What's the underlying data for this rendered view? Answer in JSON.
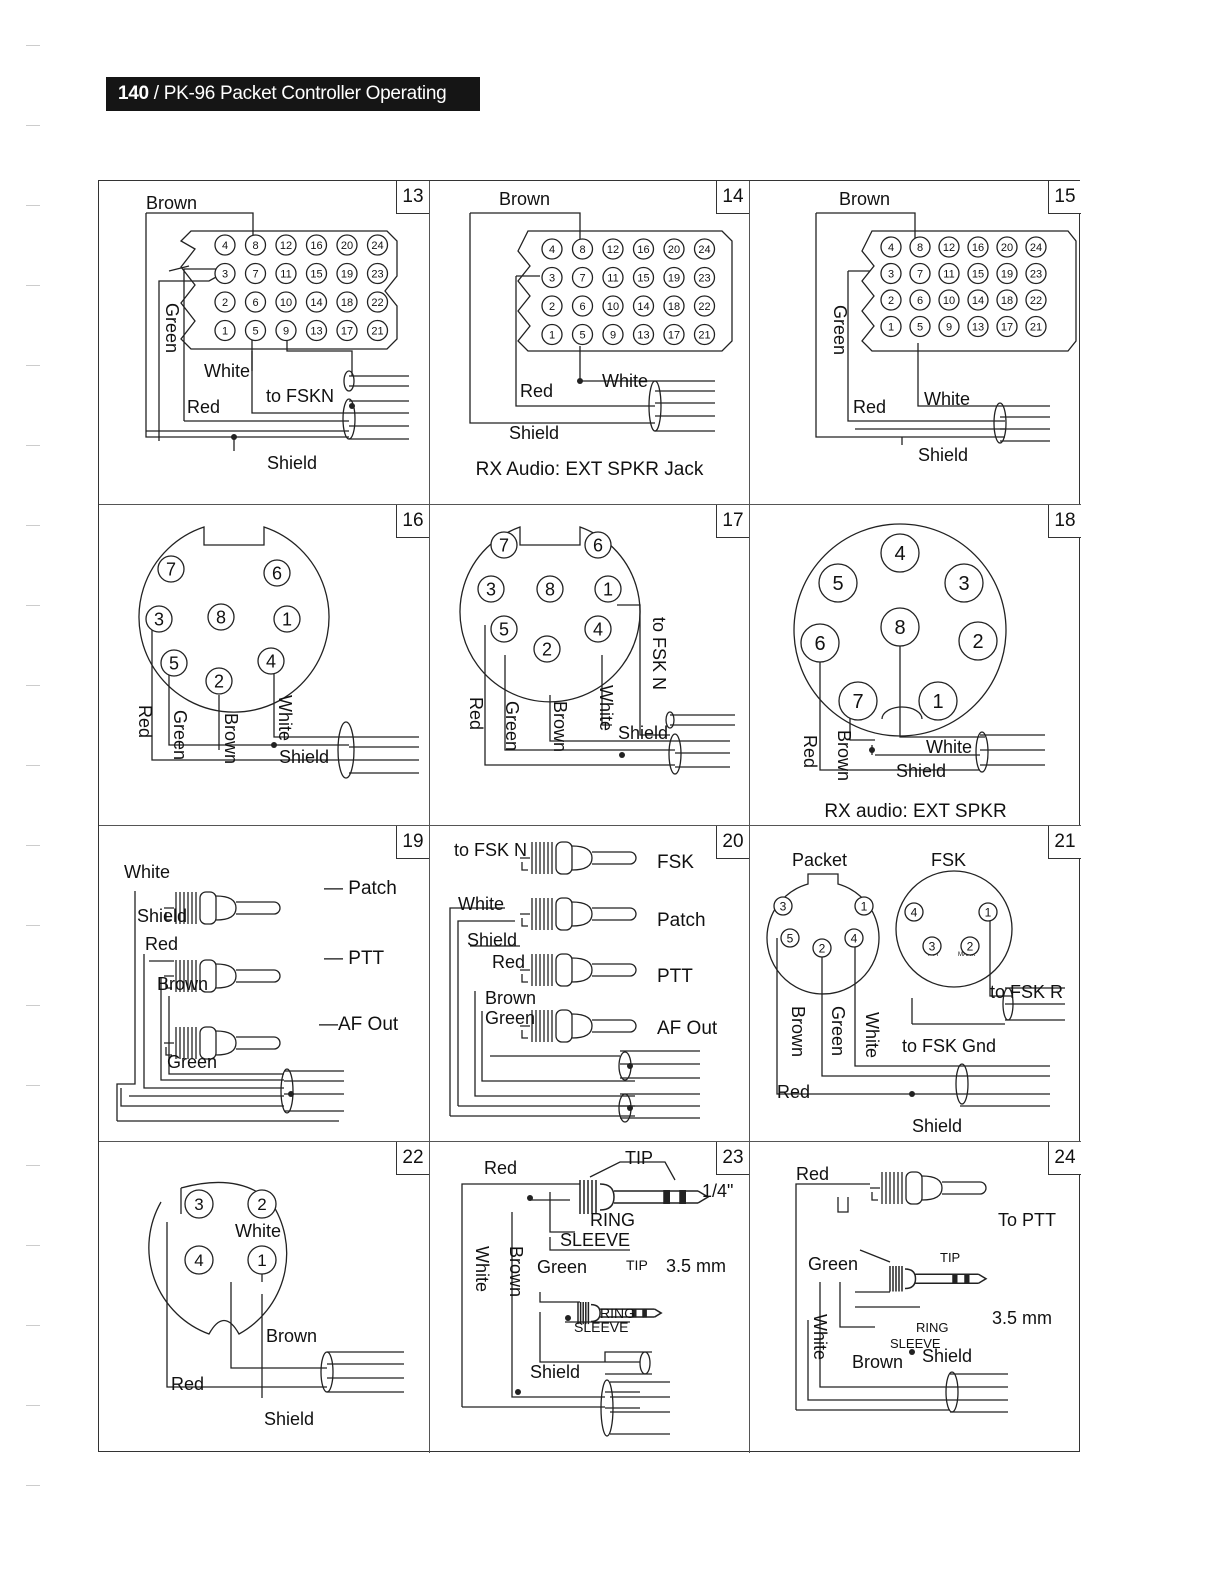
{
  "header": {
    "page_number": "140",
    "title": "/ PK-96 Packet Controller Operating Manual"
  },
  "panels": [
    {
      "number": "13",
      "labels": {
        "top": "Brown",
        "side": "Green",
        "white": "White",
        "fsk": "to FSKN",
        "red": "Red",
        "shield": "Shield"
      }
    },
    {
      "number": "14",
      "labels": {
        "top": "Brown",
        "red": "Red",
        "white": "White",
        "shield": "Shield"
      },
      "caption": "RX Audio: EXT SPKR Jack"
    },
    {
      "number": "15",
      "labels": {
        "top": "Brown",
        "side": "Green",
        "red": "Red",
        "white": "White",
        "shield": "Shield"
      }
    },
    {
      "number": "16",
      "labels": {
        "red": "Red",
        "green": "Green",
        "brown": "Brown",
        "white": "White",
        "shield": "Shield"
      }
    },
    {
      "number": "17",
      "labels": {
        "fsk": "to FSK N",
        "red": "Red",
        "green": "Green",
        "brown": "Brown",
        "white": "White",
        "shield": "Shield"
      }
    },
    {
      "number": "18",
      "labels": {
        "red": "Red",
        "brown": "Brown",
        "white": "White",
        "shield": "Shield"
      },
      "caption": "RX audio: EXT SPKR"
    },
    {
      "number": "19",
      "labels": {
        "white": "White",
        "shield": "Shield",
        "red": "Red",
        "brown": "Brown",
        "green": "Green",
        "patch": "— Patch",
        "ptt": "— PTT",
        "af": "—AF Out"
      }
    },
    {
      "number": "20",
      "labels": {
        "fsk_in": "to FSK N",
        "white": "White",
        "shield": "Shield",
        "red": "Red",
        "brown": "Brown",
        "green": "Green",
        "fsk": "FSK",
        "patch": "Patch",
        "ptt": "PTT",
        "af": "AF Out"
      }
    },
    {
      "number": "21",
      "labels": {
        "packet": "Packet",
        "fsk": "FSK",
        "fskr": "to FSK R",
        "brown": "Brown",
        "green": "Green",
        "white": "White",
        "fskgnd": "to FSK Gnd",
        "red": "Red",
        "shield": "Shield",
        "ptt_small": "PTT",
        "mark_small": "MARK"
      }
    },
    {
      "number": "22",
      "labels": {
        "white": "White",
        "brown": "Brown",
        "red": "Red",
        "shield": "Shield"
      }
    },
    {
      "number": "23",
      "labels": {
        "red": "Red",
        "tip": "TIP",
        "quarter": "1/4\"",
        "ring": "RING",
        "sleeve": "SLEEVE",
        "white": "White",
        "brown": "Brown",
        "green": "Green",
        "tip2": "TIP",
        "mm": "3.5 mm",
        "ring2": "RING",
        "sleeve2": "SLEEVE",
        "shield": "Shield"
      }
    },
    {
      "number": "24",
      "labels": {
        "red": "Red",
        "toptt": "To PTT",
        "green": "Green",
        "tip": "TIP",
        "mm": "3.5 mm",
        "white": "White",
        "ring": "RING",
        "sleeve": "SLEEVE",
        "brown": "Brown",
        "shield": "Shield"
      }
    }
  ],
  "db25_rows": [
    [
      "4",
      "8",
      "12",
      "16",
      "20",
      "24"
    ],
    [
      "3",
      "7",
      "11",
      "15",
      "19",
      "23"
    ],
    [
      "2",
      "6",
      "10",
      "14",
      "18",
      "22"
    ],
    [
      "1",
      "5",
      "9",
      "13",
      "17",
      "21"
    ]
  ],
  "din8_pins": [
    "1",
    "2",
    "3",
    "4",
    "5",
    "6",
    "7",
    "8"
  ],
  "din5_pins": [
    "1",
    "2",
    "3",
    "4",
    "5"
  ],
  "din4_pins": [
    "1",
    "2",
    "3",
    "4"
  ]
}
